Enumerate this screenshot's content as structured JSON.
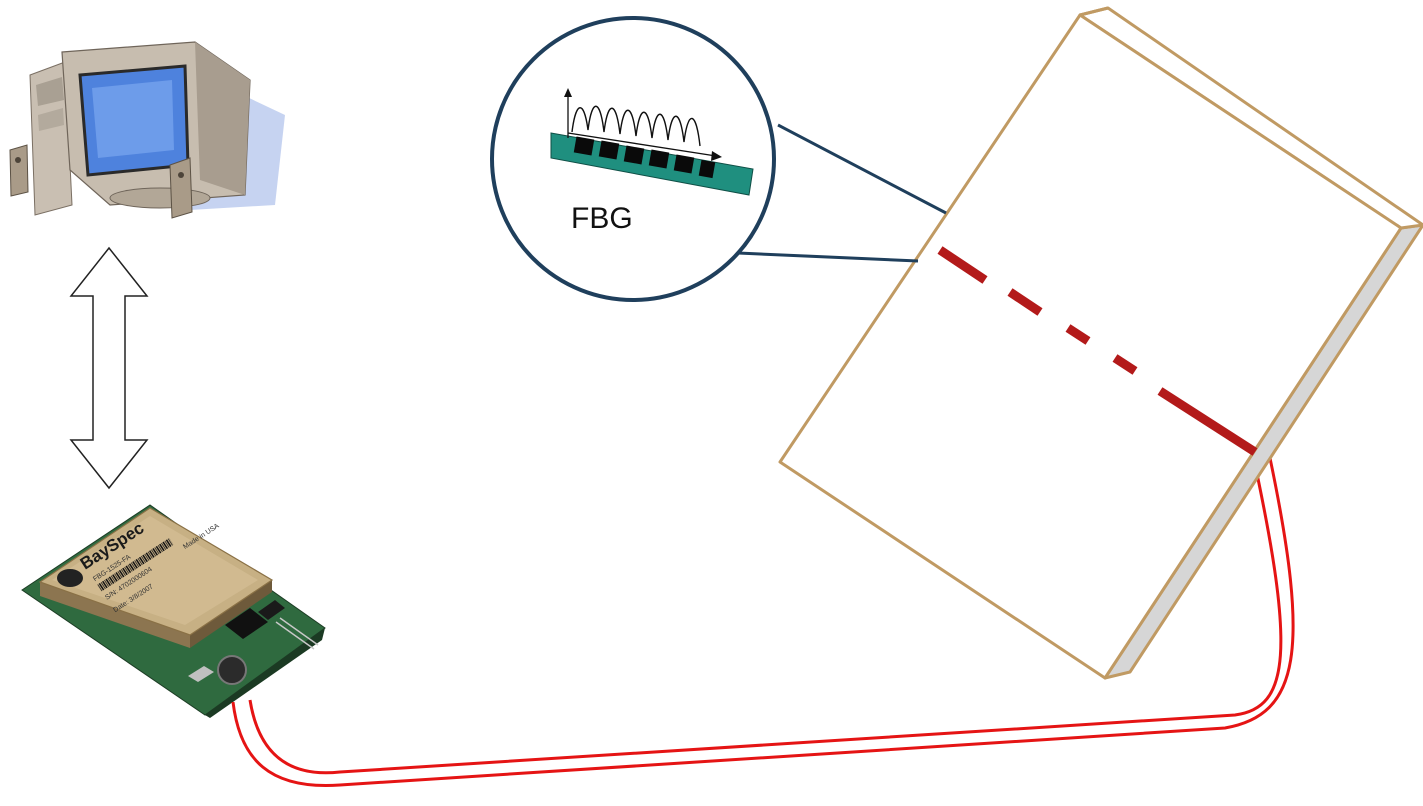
{
  "fbg_callout": {
    "label": "FBG"
  },
  "interrogator": {
    "brand": "BaySpec",
    "model": "FBG-1525-FA",
    "serial": "S/N: 4702000604",
    "date": "Date: 3/8/2007",
    "origin": "Made in USA"
  },
  "colors": {
    "panel_edge": "#c09a63",
    "panel_side": "#d6d6d6",
    "fiber": "#e51414",
    "sensor_line": "#b31a1a",
    "callout_ring": "#1f3f5c",
    "fbg_strip": "#1f8f7f",
    "monitor_screen": "#5a8fe6"
  },
  "icons": [
    "computer-icon",
    "bidirectional-arrow-icon",
    "interrogator-module-icon",
    "fbg-sensor-icon"
  ]
}
